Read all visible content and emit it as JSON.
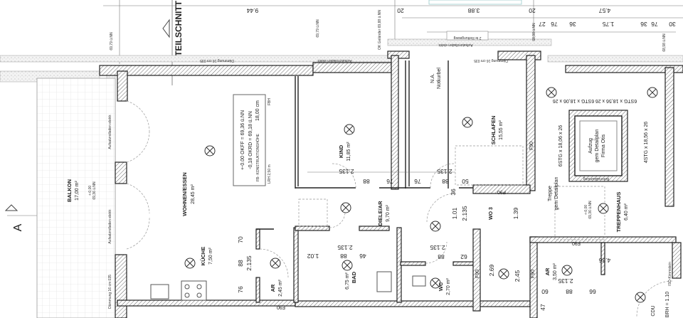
{
  "title": "TEILSCHNITT",
  "section_marker": "A",
  "top_dimensions": {
    "overall_left": "9.44",
    "gap_left": "20",
    "overall_mid": "3.88",
    "gap_right": "20",
    "overall_right": "4.57",
    "chain": [
      "27",
      "76",
      "36",
      "1.75",
      "36",
      "76",
      "30"
    ]
  },
  "annotations": {
    "level_left": "69,79 ü.NN",
    "level_mid": "69,79 ü.NN",
    "railing": "OK Geländer 69,88 ü.NN",
    "level_stair_top": "68,98 ü.NN",
    "level_right": "68,98 ü.NN",
    "insulation": "Dämmung 16 cm 035",
    "shutter": "Aufsatzrolladen elektr.",
    "escape_route": "2 te Rettungsweg",
    "crank": "N.A.",
    "crank2": "Notkurbel",
    "fire_rating": "F90",
    "stairs_1": "6STG x 18,06 x 26",
    "stairs_2": "6STG x 18,56 x 26",
    "stairs_3": "4STG x 18,56 x 26",
    "elevator_1": "Aufzug",
    "elevator_2": "gem Detailplan",
    "elevator_3": "Firma Otis",
    "concrete_edge": "Betonabkantung",
    "stair_note_1": "Treppe",
    "stair_note_2": "gem Detailplan",
    "stair_level_1": "+-0,00",
    "stair_level_2": "69,36 ü.NN",
    "balcony_level_1": "+-0,00",
    "balcony_level_2": "69,36 ü.NN",
    "iso": "ISO-Kimmstein",
    "sill": "BRH = 1.10",
    "cdu": "CDU",
    "wo3": "WO 3"
  },
  "level_box": {
    "line1": "+-0.00 OKFF = 69,36 ü.NN",
    "line2": "-0,18 OKRD = 69,18 ü.NN",
    "line3_label": "FB- KONSTRUKTIONSHÖHE",
    "line3_value": "18,00 cm",
    "line3_unit": "FBH",
    "line4": "LRH 2,50 m"
  },
  "rooms": [
    {
      "name": "WOHNEN/ESSEN",
      "area": "28,45 m²"
    },
    {
      "name": "KIND",
      "area": "11,85 m²"
    },
    {
      "name": "SCHLAFEN",
      "area": "15,55 m²"
    },
    {
      "name": "DIELE/AR",
      "area": "9,70 m²"
    },
    {
      "name": "BALKON",
      "area": "17,00 m²"
    },
    {
      "name": "KÜCHE",
      "area": "7,50 m²"
    },
    {
      "name": "AR",
      "area": "2,45 m²"
    },
    {
      "name": "BAD",
      "area": "6,75 m²"
    },
    {
      "name": "WC",
      "area": "2,70 m²"
    },
    {
      "name": "AR",
      "area": "3,50 m²"
    },
    {
      "name": "TREPPENHAUS",
      "area": "6,40 m²"
    }
  ],
  "dims": {
    "kind_door_h": "2.135",
    "kind_door_w": "88",
    "w76a": "76",
    "w76b": "76",
    "diele_door_h": "2.135",
    "diele_door_w": "88",
    "w50": "50",
    "w36": "36",
    "w101": "1.01",
    "w2135": "2.135",
    "w139": "1.39",
    "k70": "70",
    "k88": "88",
    "k2135": "2.135",
    "k76": "76",
    "bad_door_h": "2.135",
    "bad_102": "1.02",
    "bad_88": "88",
    "bad_46": "46",
    "wc_door_h": "2.135",
    "wc_88": "88",
    "wc_62": "62",
    "h269": "2.69",
    "h245": "2.45",
    "ar_door_h": "2.135",
    "ar_60": "60",
    "ar_88": "88",
    "ar_66": "66",
    "ar_47": "47",
    "w436": "4.36"
  },
  "colors": {
    "wall_line": "#222222",
    "hatch": "#555555",
    "insulation": "#bbbbbb"
  }
}
